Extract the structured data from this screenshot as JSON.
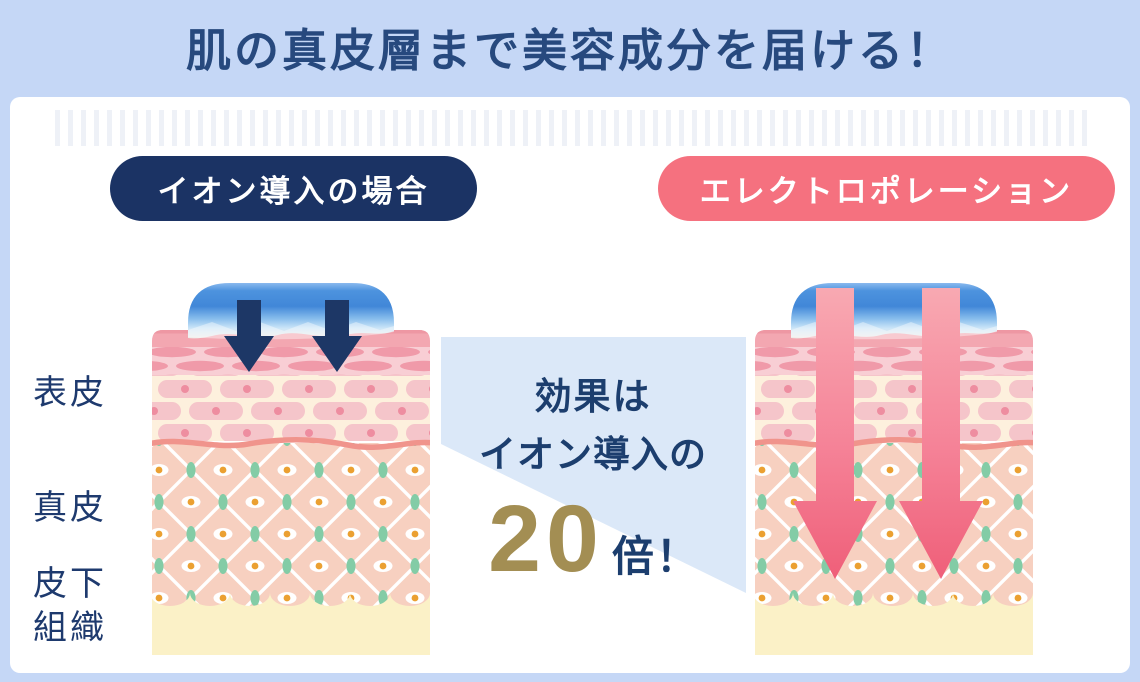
{
  "header": {
    "title": "肌の真皮層まで美容成分を届ける！"
  },
  "comparison": {
    "left": {
      "label": "イオン導入の場合",
      "method": "iontophoresis",
      "penetration": "epidermis-only"
    },
    "right": {
      "label": "エレクトロポレーション",
      "method": "electroporation",
      "penetration": "deep-dermis"
    }
  },
  "callout": {
    "line1": "効果は",
    "line2": "イオン導入の",
    "multiplier": "20",
    "unit": "倍",
    "exclamation": "！"
  },
  "skin_layers": {
    "epidermis": "表皮",
    "dermis": "真皮",
    "subcutaneous": "皮下\n組織"
  },
  "colors": {
    "background": "#c5d7f6",
    "card": "#ffffff",
    "title_text": "#27497e",
    "pill_navy": "#1b3364",
    "pill_pink": "#f5717f",
    "callout_band": "#dbe8f8",
    "callout_text": "#1c3e6e",
    "gold": "#a38e53",
    "label_navy": "#1e3a6e",
    "dome_top": "#8ab9ee",
    "dome_deep": "#4187d8",
    "dome_light": "#86bcec",
    "dome_fade": "#f2ece8",
    "skin_band": "#f3a7b1",
    "skin_band_edge": "#ee97a3",
    "flat_bg": "#f8ced4",
    "flat_cell": "#f09aa9",
    "cells_bg": "#fdf0dd",
    "cell": "#f5c5ca",
    "cell_dot": "#ee8da0",
    "coral_line": "#f0948c",
    "dermis_bg": "#f7d0c0",
    "lattice": "#ffffff",
    "green_cell": "#83cca6",
    "orange_dot": "#eba031",
    "subcutaneous_bg": "#fbf1c7",
    "arrow_navy": "#1d3766",
    "arrow_pink_light": "#f8a9b2",
    "arrow_pink_mid": "#f58297",
    "arrow_pink_dark": "#ef5f79"
  }
}
